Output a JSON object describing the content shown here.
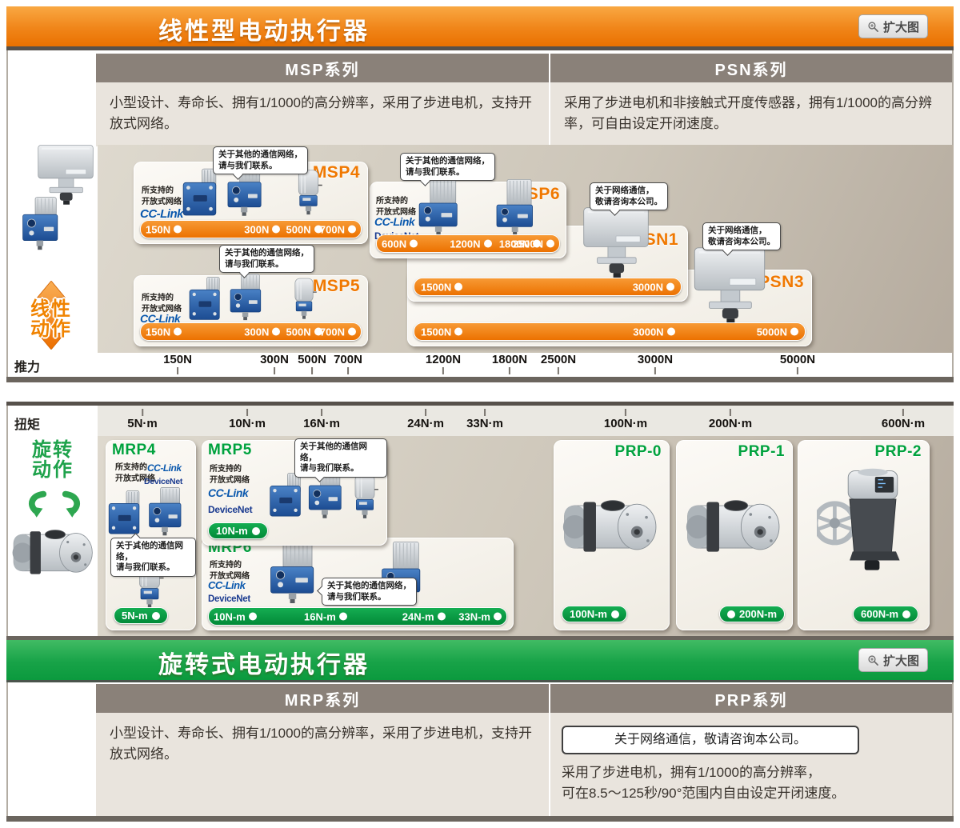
{
  "colors": {
    "orange": "#ee7500",
    "green": "#00a23e",
    "series_bar": "#8a8179"
  },
  "shared": {
    "enlarge": "扩大图",
    "supported_networks": "所支持的\n开放式网络",
    "cclink": "CC-Link",
    "devicenet": "DeviceNet",
    "callout_other": "关于其他的通信网络，\n请与我们联系。",
    "callout_network": "关于网络通信，\n敬请咨询本公司。"
  },
  "top_panel": {
    "title": "线性型电动执行器",
    "motion_label": "线性\n动作",
    "axis": {
      "label": "推力",
      "ticks": [
        "150N",
        "300N",
        "500N",
        "700N",
        "1200N",
        "1800N",
        "2500N",
        "3000N",
        "5000N"
      ]
    },
    "series": [
      {
        "name": "MSP系列",
        "description": "小型设计、寿命长、拥有1/1000的高分辨率，采用了步进电机，支持开放式网络。"
      },
      {
        "name": "PSN系列",
        "description": "采用了步进电机和非接触式开度传感器，拥有1/1000的高分辨率，可自由设定开闭速度。"
      }
    ],
    "products": {
      "msp4": {
        "model": "MSP4",
        "ratings": [
          "150N",
          "300N",
          "500N",
          "700N"
        ]
      },
      "msp5": {
        "model": "MSP5",
        "ratings": [
          "150N",
          "300N",
          "500N",
          "700N"
        ]
      },
      "msp6": {
        "model": "MSP6",
        "ratings": [
          "600N",
          "1200N",
          "1800N",
          "2500N"
        ]
      },
      "psn1": {
        "model": "PSN1",
        "ratings": [
          "1500N",
          "3000N"
        ]
      },
      "psn3": {
        "model": "PSN3",
        "ratings": [
          "1500N",
          "3000N",
          "5000N"
        ]
      }
    }
  },
  "bottom_panel": {
    "title": "旋转式电动执行器",
    "motion_label": "旋转\n动作",
    "axis": {
      "label": "扭矩",
      "ticks": [
        "5N·m",
        "10N·m",
        "16N·m",
        "24N·m",
        "33N·m",
        "100N·m",
        "200N·m",
        "600N·m"
      ]
    },
    "series": [
      {
        "name": "MRP系列",
        "description": "小型设计、寿命长、拥有1/1000的高分辨率，采用了步进电机，支持开放式网络。"
      },
      {
        "name": "PRP系列",
        "note": "关于网络通信，敬请咨询本公司。",
        "description": "采用了步进电机，拥有1/1000的高分辨率，\n可在8.5～125秒/90°范围内自由设定开闭速度。"
      }
    ],
    "products": {
      "mrp4": {
        "model": "MRP4",
        "ratings": [
          "5N-m"
        ]
      },
      "mrp5": {
        "model": "MRP5",
        "ratings": [
          "10N-m"
        ]
      },
      "mrp6": {
        "model": "MRP6",
        "ratings": [
          "10N-m",
          "16N-m",
          "24N-m",
          "33N-m"
        ]
      },
      "prp0": {
        "model": "PRP-0",
        "ratings": [
          "100N-m"
        ]
      },
      "prp1": {
        "model": "PRP-1",
        "ratings": [
          "200N-m"
        ]
      },
      "prp2": {
        "model": "PRP-2",
        "ratings": [
          "600N-m"
        ]
      }
    }
  }
}
